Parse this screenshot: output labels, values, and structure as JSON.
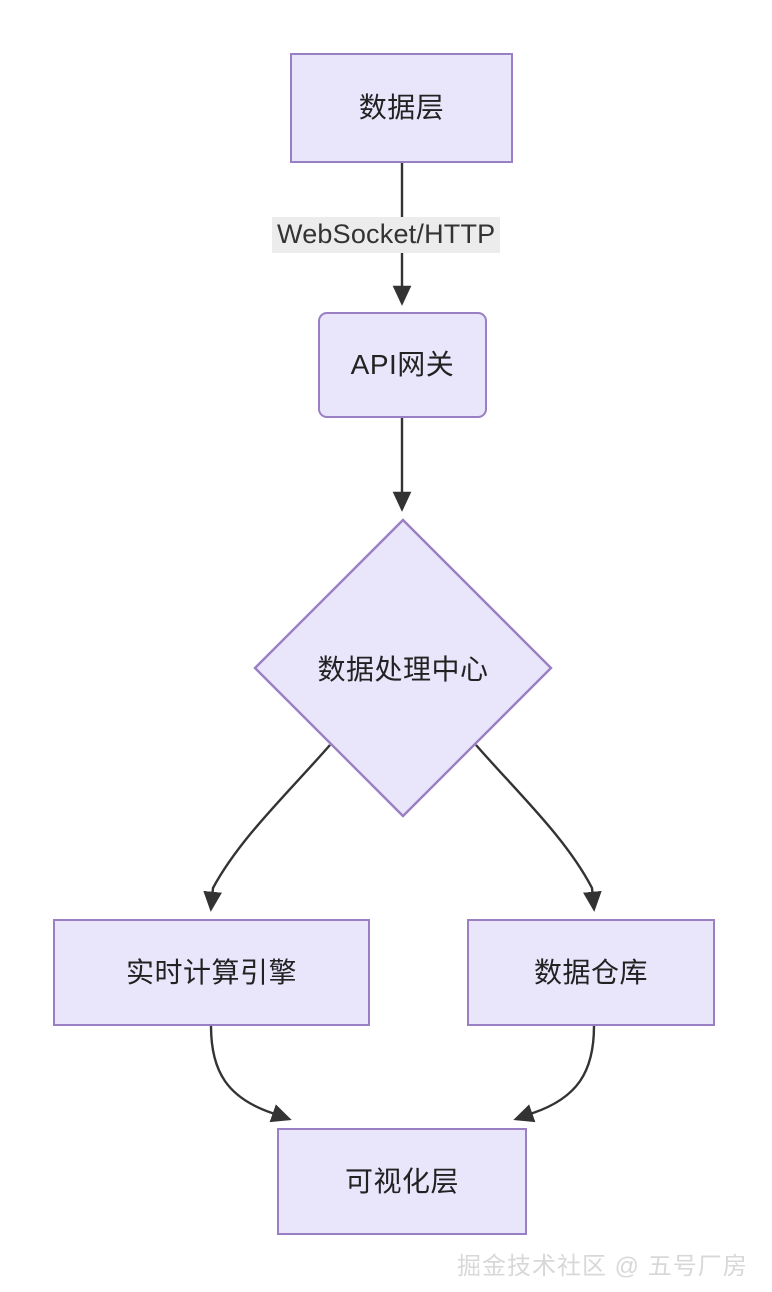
{
  "diagram": {
    "type": "flowchart",
    "direction": "top-down",
    "theme": {
      "node_fill": "#e9e6fb",
      "node_stroke": "#9a7fc4",
      "node_text": "#222222",
      "edge_stroke": "#333333",
      "edge_label_bg": "#ececec",
      "background": "#ffffff",
      "watermark_color": "#d8d8d8"
    },
    "nodes": [
      {
        "id": "data-layer",
        "label": "数据层",
        "shape": "rect"
      },
      {
        "id": "api-gateway",
        "label": "API网关",
        "shape": "rounded-rect"
      },
      {
        "id": "processing-hub",
        "label": "数据处理中心",
        "shape": "diamond"
      },
      {
        "id": "realtime-engine",
        "label": "实时计算引擎",
        "shape": "rect"
      },
      {
        "id": "data-warehouse",
        "label": "数据仓库",
        "shape": "rect"
      },
      {
        "id": "visualization",
        "label": "可视化层",
        "shape": "rect"
      }
    ],
    "edges": [
      {
        "from": "data-layer",
        "to": "api-gateway",
        "label": "WebSocket/HTTP",
        "arrow": "end"
      },
      {
        "from": "api-gateway",
        "to": "processing-hub",
        "label": "",
        "arrow": "end"
      },
      {
        "from": "processing-hub",
        "to": "realtime-engine",
        "label": "",
        "arrow": "end"
      },
      {
        "from": "processing-hub",
        "to": "data-warehouse",
        "label": "",
        "arrow": "end"
      },
      {
        "from": "realtime-engine",
        "to": "visualization",
        "label": "",
        "arrow": "end"
      },
      {
        "from": "data-warehouse",
        "to": "visualization",
        "label": "",
        "arrow": "end"
      }
    ]
  },
  "watermark": {
    "text": "掘金技术社区 @ 五号厂房"
  }
}
